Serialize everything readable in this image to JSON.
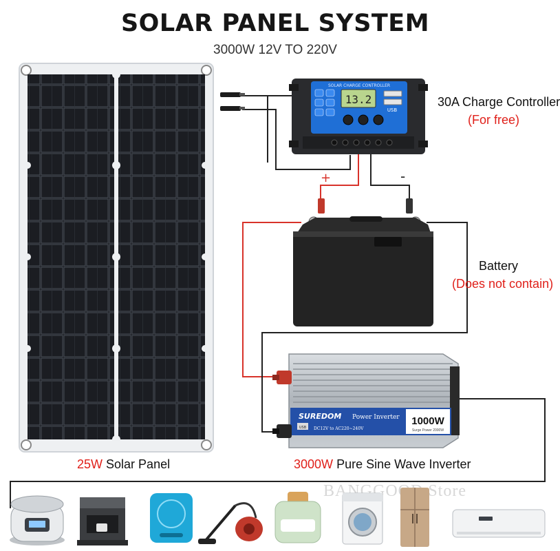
{
  "header": {
    "title": "SOLAR PANEL SYSTEM",
    "subtitle": "3000W 12V TO 220V"
  },
  "controller": {
    "label": "30A Charge Controller",
    "note": "(For free)",
    "device_text": "SOLAR CHARGE CONTROLLER",
    "display_value": "13.2",
    "usb_label": "USB"
  },
  "battery": {
    "label": "Battery",
    "note": "(Does not contain)"
  },
  "polarity": {
    "positive": "+",
    "negative": "-"
  },
  "panel": {
    "watt": "25W",
    "label": "Solar Panel"
  },
  "inverter": {
    "watt": "3000W",
    "label": "Pure Sine Wave Inverter",
    "brand": "SUREDOM",
    "product": "Power Inverter",
    "rating": "1000W",
    "surge": "Surge Power 2000W",
    "spec": "DC12V to AC220~240V",
    "usb": "USB"
  },
  "watermark": "BANGGOOD Store",
  "appliances": [
    "rice-cooker",
    "coffee-machine",
    "induction-cooker",
    "vacuum-cleaner",
    "toaster",
    "washing-machine",
    "refrigerator",
    "air-conditioner"
  ],
  "colors": {
    "wire_red": "#d8322a",
    "controller_blue": "#1f6fd6",
    "highlight_red": "#e0201a"
  }
}
